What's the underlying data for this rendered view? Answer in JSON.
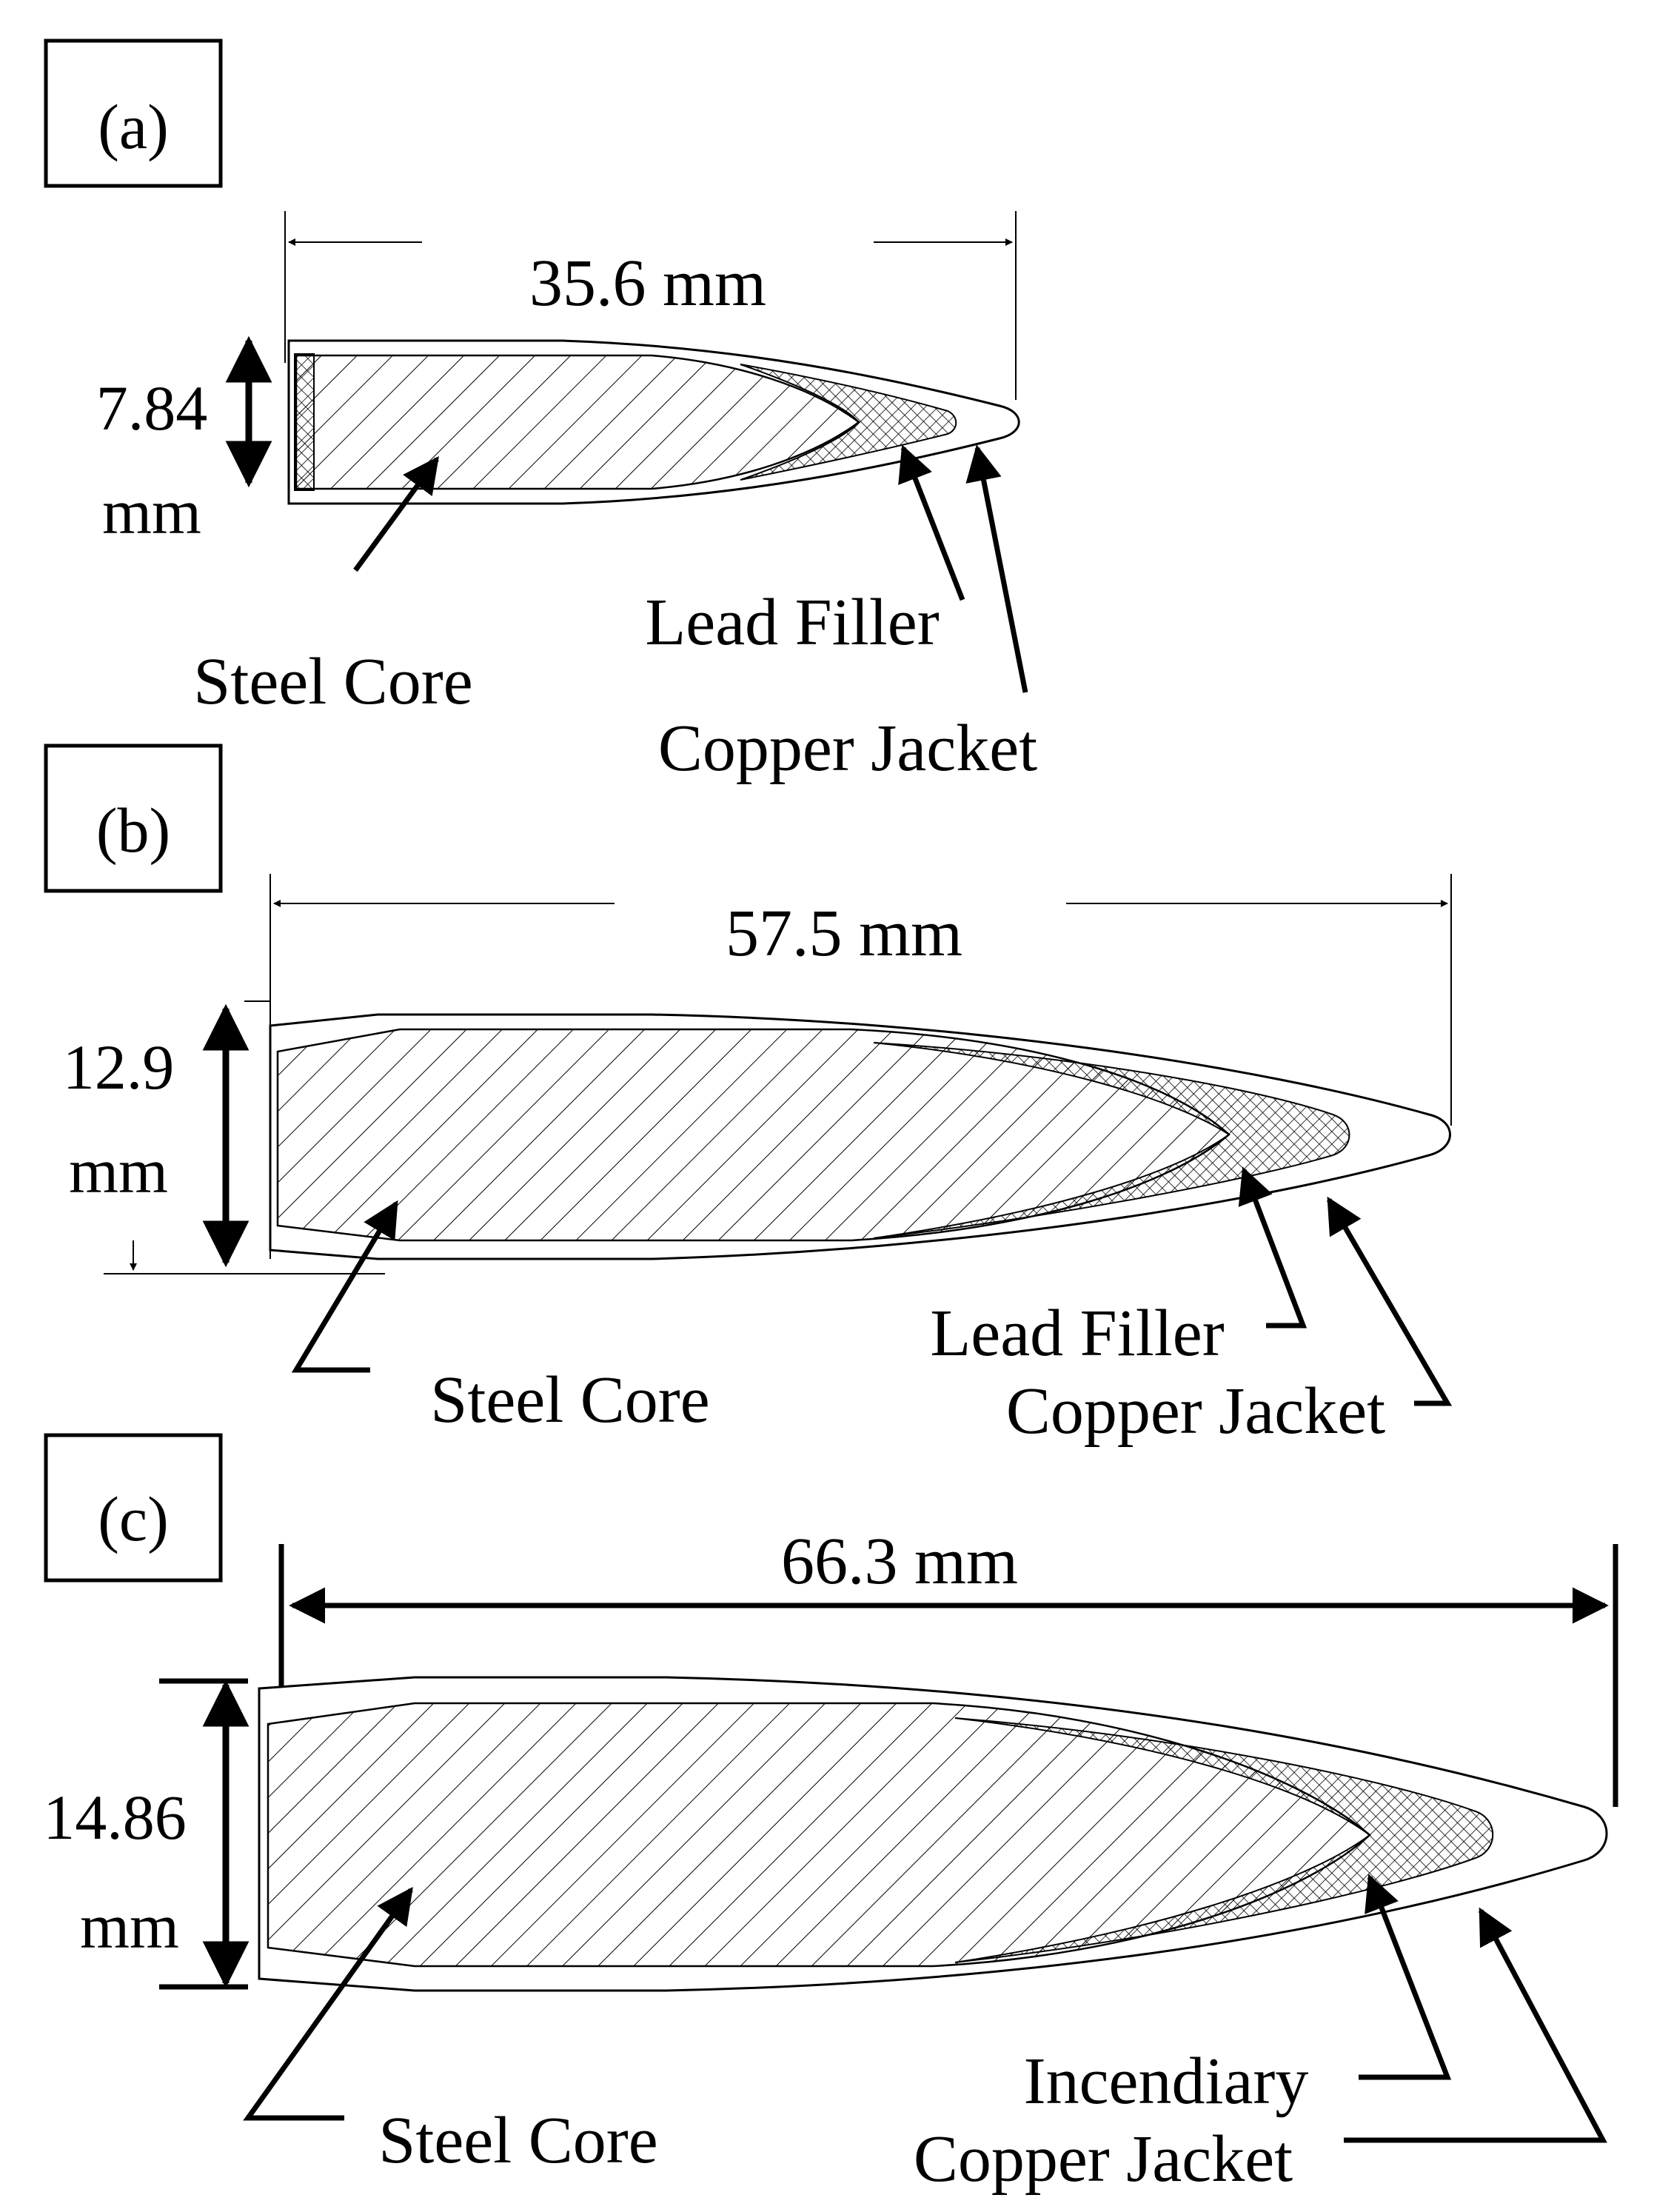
{
  "panels": [
    {
      "tag": "(a)",
      "length_label": "35.6 mm",
      "diameter_value": "7.84",
      "diameter_unit": "mm",
      "callouts": {
        "core": "Steel Core",
        "filler": "Lead Filler",
        "jacket": "Copper Jacket"
      }
    },
    {
      "tag": "(b)",
      "length_label": "57.5 mm",
      "diameter_value": "12.9",
      "diameter_unit": "mm",
      "callouts": {
        "core": "Steel Core",
        "filler": "Lead Filler",
        "jacket": "Copper Jacket"
      }
    },
    {
      "tag": "(c)",
      "length_label": "66.3 mm",
      "diameter_value": "14.86",
      "diameter_unit": "mm",
      "callouts": {
        "core": "Steel Core",
        "filler": "Incendiary",
        "jacket": "Copper Jacket"
      }
    }
  ],
  "colors": {
    "ink": "#000000",
    "fill": "#ffffff"
  }
}
